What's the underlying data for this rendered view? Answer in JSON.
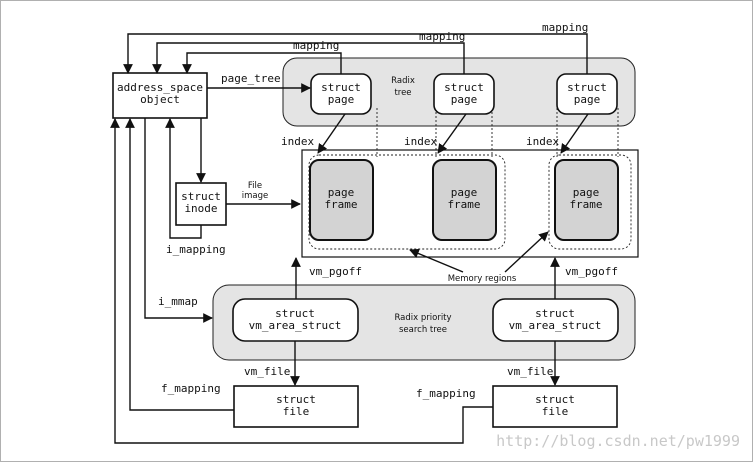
{
  "labels": {
    "address_space": "address_space",
    "object": "object",
    "page_tree": "page_tree",
    "radix_tree_1": "Radix",
    "radix_tree_2": "tree",
    "struct": "struct",
    "page": "page",
    "page_word": "page",
    "frame": "frame",
    "inode": "inode",
    "file": "file",
    "vm_area_struct": "vm_area_struct",
    "mapping": "mapping",
    "index": "index",
    "file_image_1": "File",
    "file_image_2": "image",
    "i_mapping": "i_mapping",
    "i_mmap": "i_mmap",
    "vm_pgoff": "vm_pgoff",
    "memory_regions": "Memory regions",
    "radix_priority_1": "Radix priority",
    "radix_priority_2": "search tree",
    "vm_file": "vm_file",
    "f_mapping": "f_mapping"
  },
  "watermark": "http://blog.csdn.net/pw1999",
  "colors": {
    "line": "#111111",
    "region": "#e4e4e4",
    "frame_fill": "#d3d3d3"
  }
}
